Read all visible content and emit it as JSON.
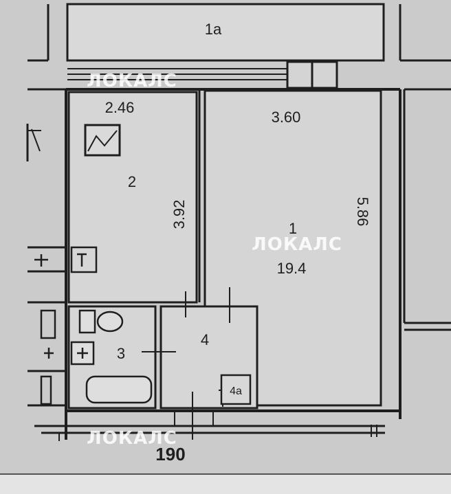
{
  "rooms": {
    "room_1": {
      "number": "1",
      "area": "19.4",
      "width_dim": "3.60",
      "length_dim": "5.86"
    },
    "room_1a": {
      "number": "1а"
    },
    "room_2": {
      "number": "2",
      "area": "2.46",
      "length_dim": "3.92"
    },
    "room_3": {
      "number": "3"
    },
    "room_4": {
      "number": "4"
    },
    "room_4a": {
      "number": "4а"
    }
  },
  "plan_number": "190",
  "watermark": "ЛОКАЛС",
  "colors": {
    "background": "#cdcdcd",
    "wall": "#1e1e1e",
    "floor": "#d6d6d6",
    "watermark": "#ffffff"
  }
}
